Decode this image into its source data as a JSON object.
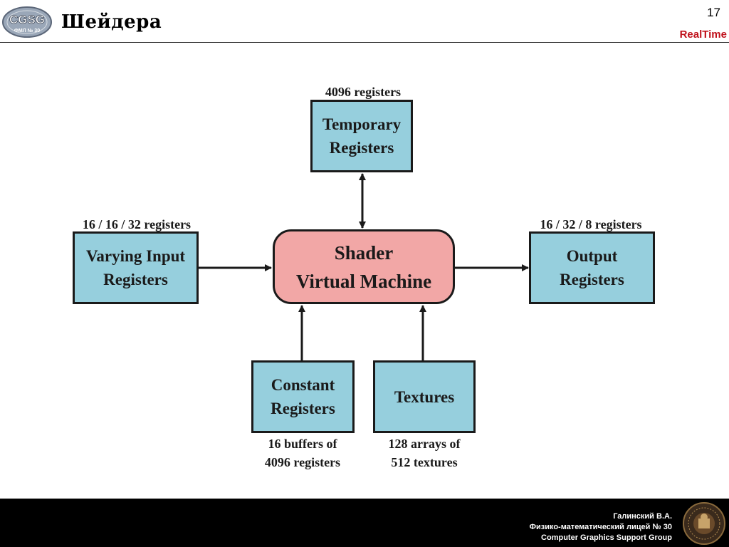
{
  "header": {
    "logo_text": "CGSG",
    "logo_subtext": "ФМЛ № 30",
    "title": "Шейдера",
    "page_number": "17",
    "brand": "RealTime"
  },
  "diagram": {
    "center": {
      "label": "Shader\nVirtual Machine"
    },
    "temporary": {
      "label": "Temporary\nRegisters",
      "caption": "4096 registers"
    },
    "varying_input": {
      "label": "Varying Input\nRegisters",
      "caption": "16 / 16 / 32 registers"
    },
    "output": {
      "label": "Output\nRegisters",
      "caption": "16 / 32 / 8 registers"
    },
    "constant": {
      "label": "Constant\nRegisters",
      "caption": "16 buffers of\n4096 registers"
    },
    "textures": {
      "label": "Textures",
      "caption": "128 arrays of\n512 textures"
    }
  },
  "footer": {
    "author": "Галинский В.А.",
    "school": "Физико-математический лицей № 30",
    "group": "Computer Graphics Support Group",
    "emblem_icon": "school-emblem-icon"
  },
  "colors": {
    "box_fill": "#96cfdd",
    "center_fill": "#f2a7a6",
    "brand": "#c0101a",
    "footer_bg": "#000000"
  }
}
